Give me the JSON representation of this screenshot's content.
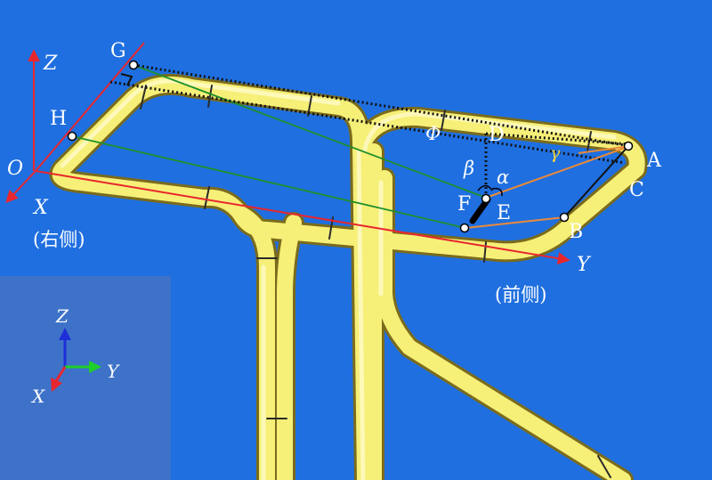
{
  "points": {
    "G": "G",
    "H": "H",
    "O": "O",
    "D": "D",
    "A": "A",
    "C": "C",
    "B": "B",
    "E": "E",
    "F": "F"
  },
  "axes": {
    "x": "X",
    "y": "Y",
    "z": "Z"
  },
  "angles": {
    "phi": "Φ",
    "beta": "β",
    "alpha": "α",
    "gamma": "γ"
  },
  "sides": {
    "right": "(右侧)",
    "front": "(前侧)"
  },
  "triad": {
    "x": "X",
    "y": "Y",
    "z": "Z"
  },
  "colors": {
    "background": "#1f6fe0",
    "frame_tube": "#f6ef78",
    "axis_red": "#e8262e",
    "green_line": "#1f8f2a",
    "orange_line": "#ea8a3a",
    "triad_panel": "#3e72c8"
  }
}
